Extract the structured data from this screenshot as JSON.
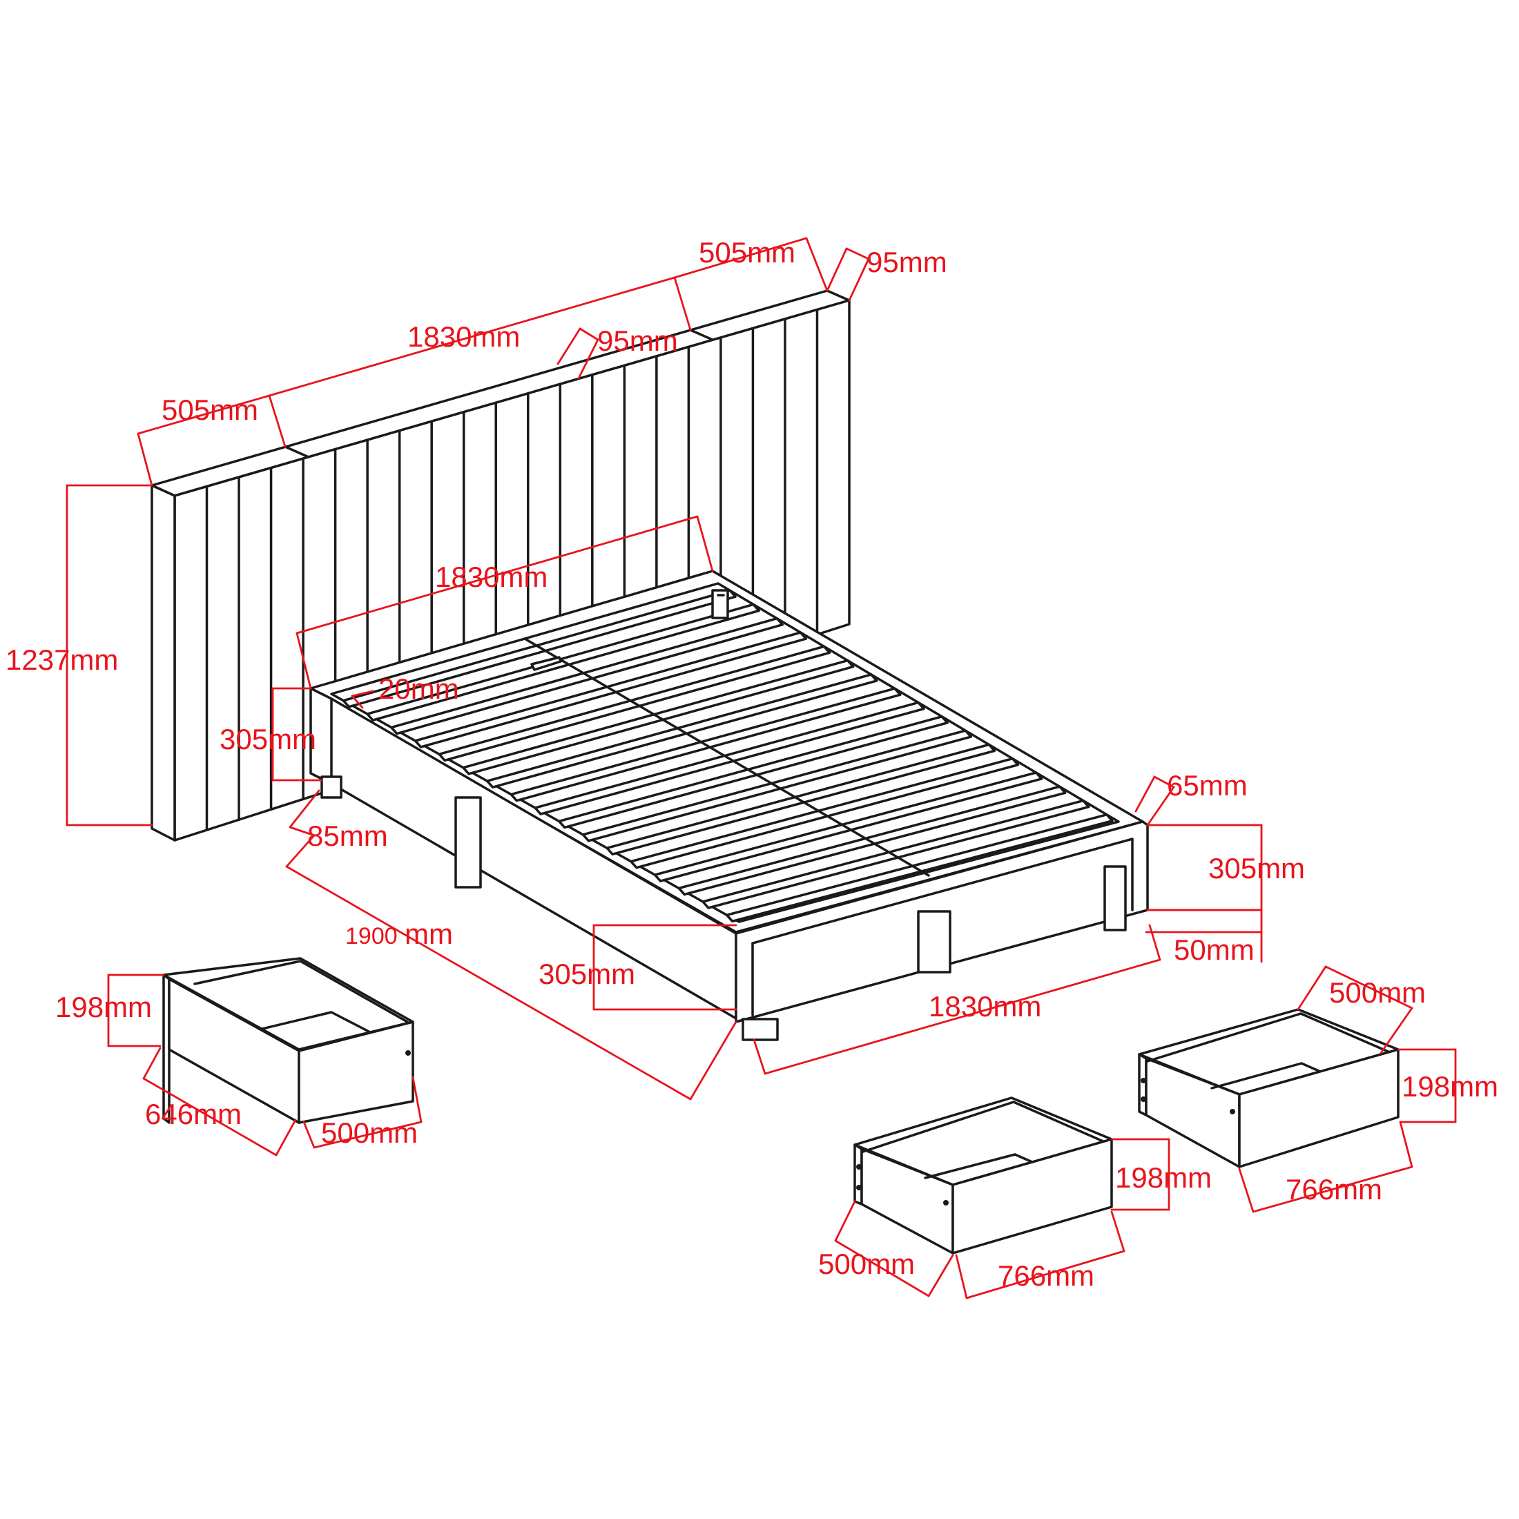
{
  "line_color": "#1a1a1a",
  "dimension_color": "#e8141c",
  "headboard": {
    "width_total": "1830mm",
    "left_panel_width": "505mm",
    "right_panel_width": "505mm",
    "right_panel_depth": "95mm",
    "center_panel_depth": "95mm",
    "height": "1237mm"
  },
  "bed_frame": {
    "inner_width": "1830mm",
    "rail_thickness": "20mm",
    "rail_height": "305mm",
    "leg_height_left": "85mm",
    "length": "1900mm",
    "length_value": "1900",
    "length_unit": "mm",
    "side_height": "305mm",
    "foot_width": "1830mm",
    "foot_depth": "65mm",
    "foot_height": "305mm",
    "leg_height_right": "50mm"
  },
  "drawers": {
    "small": {
      "height": "198mm",
      "length": "646mm",
      "width": "500mm"
    },
    "large_front": {
      "height": "198mm",
      "depth": "500mm",
      "width": "766mm"
    },
    "large_right": {
      "depth": "500mm",
      "height": "198mm",
      "width": "766mm"
    }
  }
}
